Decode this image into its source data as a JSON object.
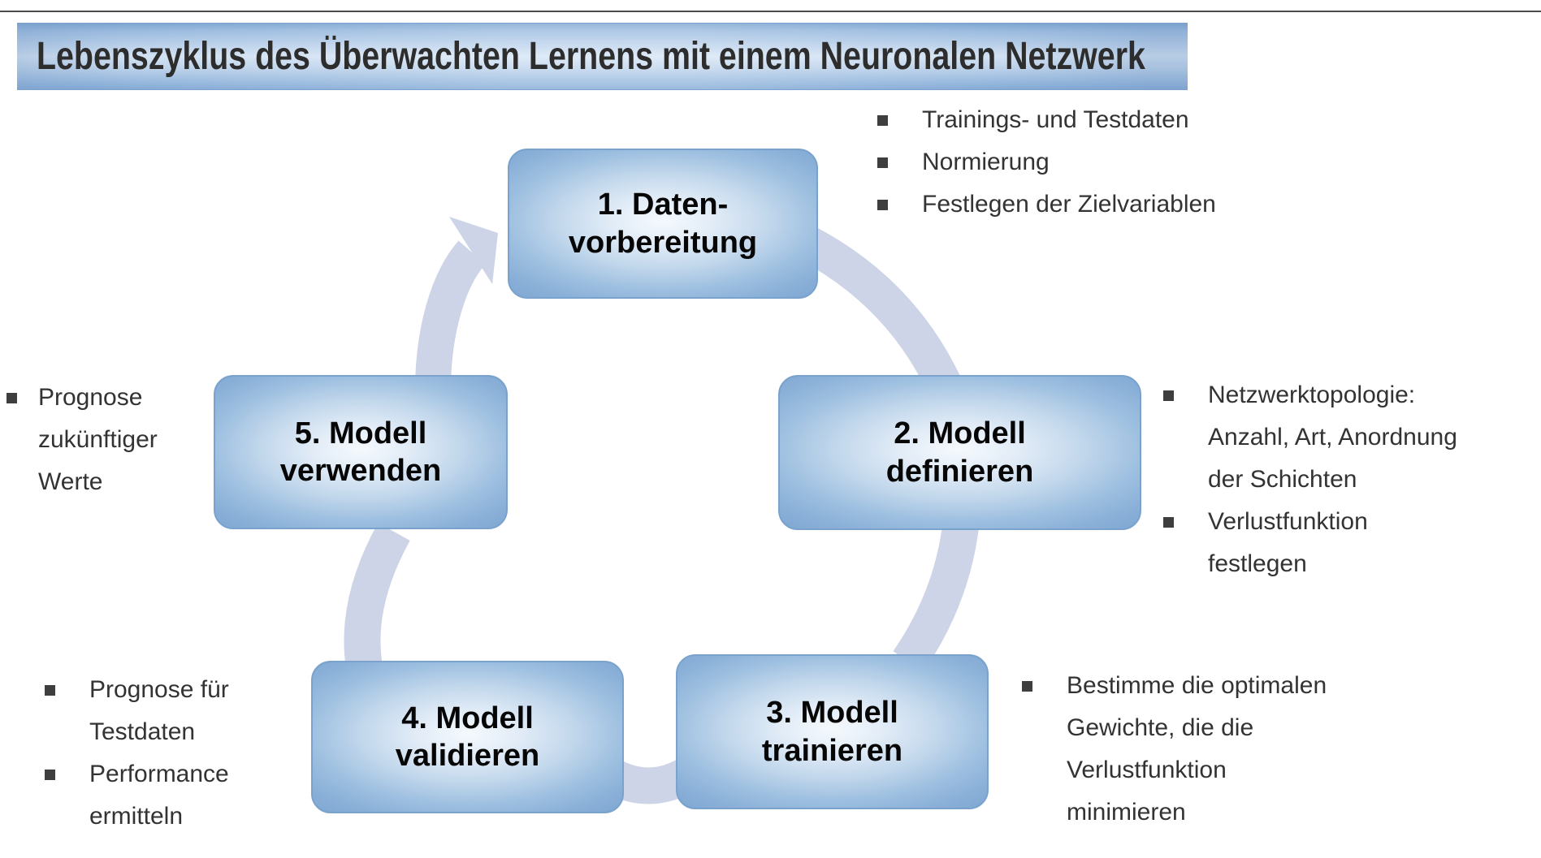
{
  "header": {
    "title": "Lebenszyklus des Überwachten Lernens mit einem Neuronalen Netzwerk"
  },
  "cycle": {
    "steps": [
      {
        "label": "1. Daten-\nvorbereitung",
        "bullets": [
          "Trainings- und Testdaten",
          "Normierung",
          "Festlegen der Zielvariablen"
        ]
      },
      {
        "label": "2. Modell\ndefinieren",
        "bullets": [
          "Netzwerktopologie:\nAnzahl, Art, Anordnung\nder Schichten",
          "Verlustfunktion\nfestlegen"
        ]
      },
      {
        "label": "3. Modell\ntrainieren",
        "bullets": [
          "Bestimme die optimalen\nGewichte, die die\nVerlustfunktion\nminimieren"
        ]
      },
      {
        "label": "4. Modell\nvalidieren",
        "bullets": [
          "Prognose für\nTestdaten",
          "Performance\nermitteln"
        ]
      },
      {
        "label": "5. Modell\nverwenden",
        "bullets": [
          "Prognose\nzukünftiger\nWerte"
        ]
      }
    ]
  },
  "colors": {
    "ring": "#cdd4e7",
    "box_edge": "#7fa7d2",
    "box_center": "#f5f9fd",
    "header_light": "#d8e6f5",
    "header_dark": "#7fa6d1",
    "text_dark": "#333333",
    "top_rule": "#4a4a4a"
  }
}
